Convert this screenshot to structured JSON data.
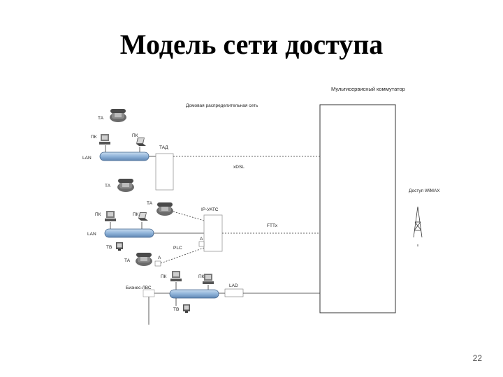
{
  "title": "Модель сети доступа",
  "page_number": "22",
  "diagram": {
    "multiservice_switch": "Мультисервисный коммутатор",
    "building_distribution": "Домовая распределительная сеть",
    "xdsl": "xDSL",
    "ftth": "FTTx",
    "ip_pbx": "IP-УАТС",
    "wimax": "Доступ WiMAX",
    "tad_top": "ТАД",
    "lad": "LAD",
    "lan_top": "LAN",
    "lan_mid": "LAN",
    "plc": "PLC",
    "mmb": "Бизнес-ЛВС",
    "labels": {
      "ta_top": "ТА",
      "pk_a": "ПК",
      "pk_b": "ПК",
      "ta_4a": "ТА",
      "ta_mid": "ТА",
      "pk_c": "ПК",
      "pk_d": "ПК",
      "tv_a": "ТВ",
      "ta_4b": "ТА",
      "pk_e": "ПК",
      "pk_f": "ПК",
      "tv_b": "ТВ",
      "a_mark": "А",
      "a_mark2": "А"
    }
  }
}
